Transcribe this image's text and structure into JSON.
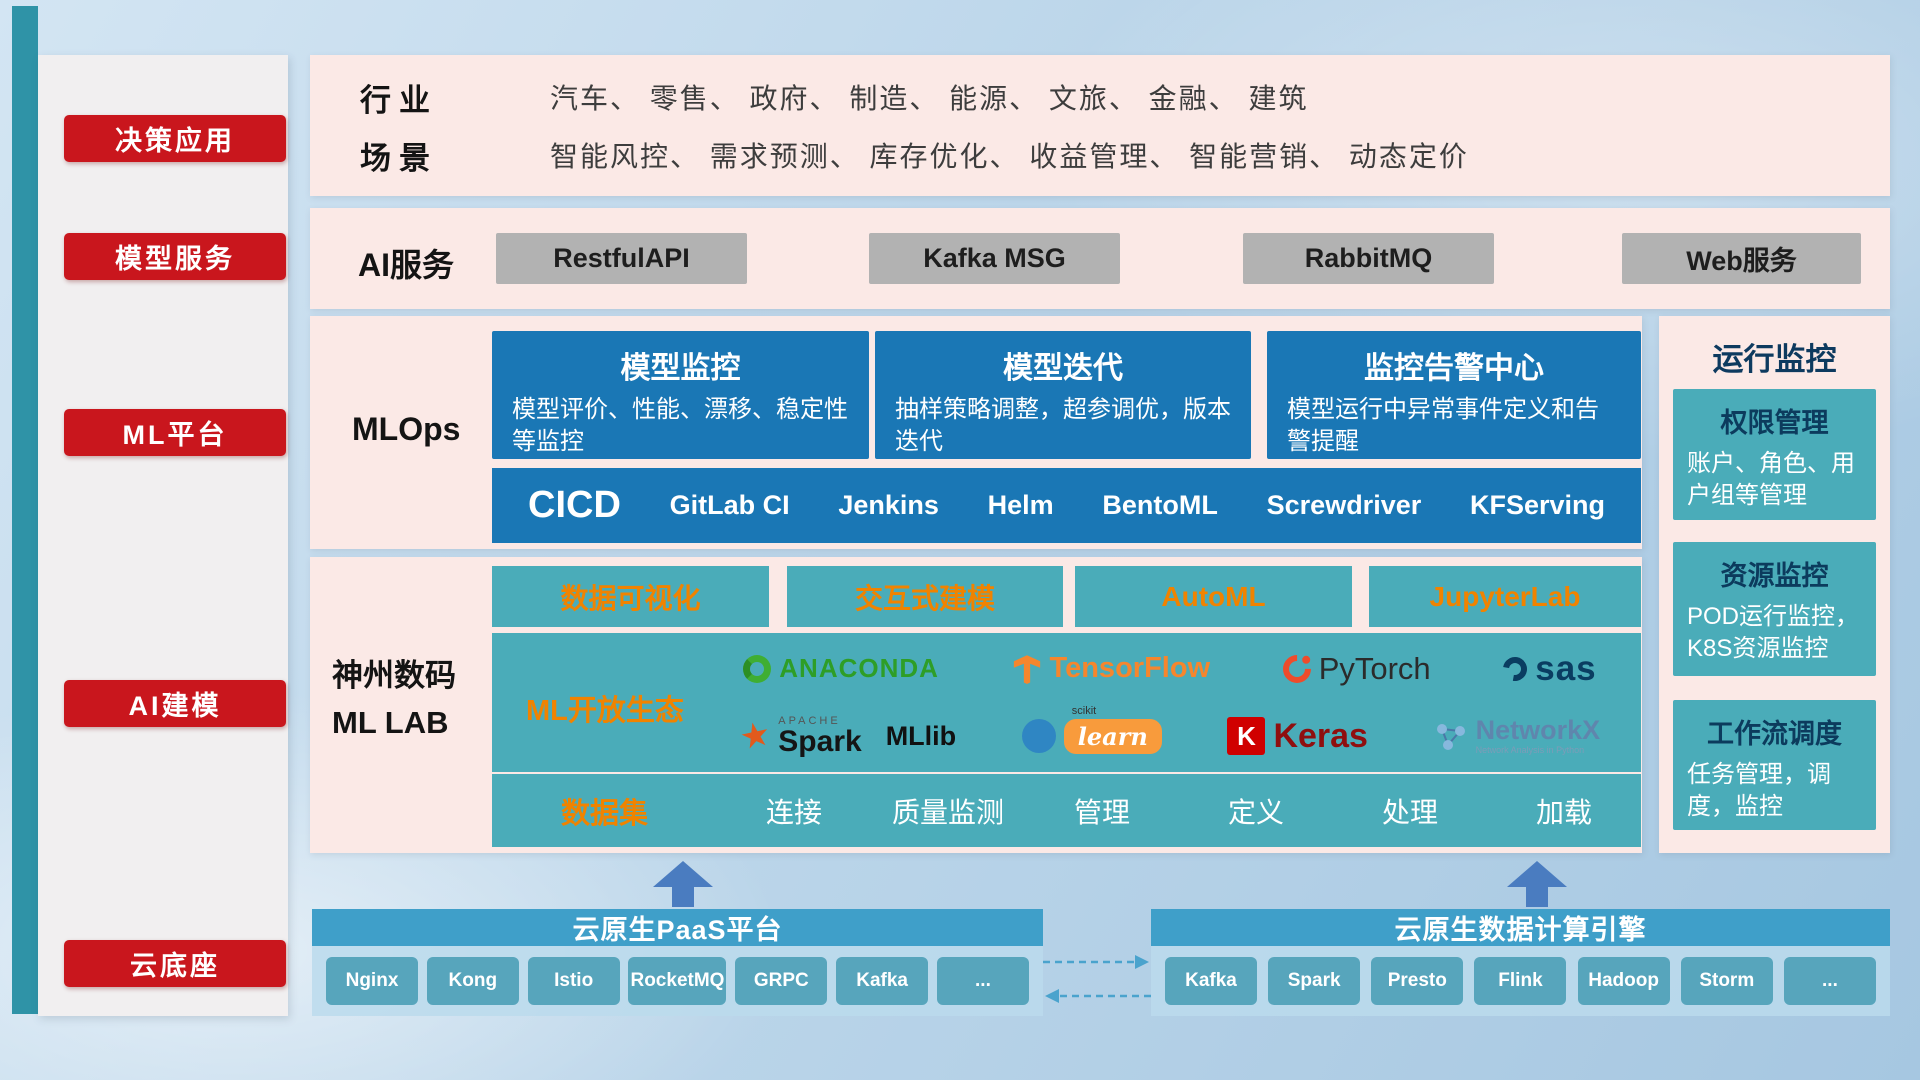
{
  "sidebar": {
    "items": [
      {
        "label": "决策应用"
      },
      {
        "label": "模型服务"
      },
      {
        "label": "ML平台"
      },
      {
        "label": "AI建模"
      },
      {
        "label": "云底座"
      }
    ]
  },
  "decision_row": {
    "industry_label": "行业",
    "industry_text": "汽车、 零售、 政府、 制造、 能源、 文旅、 金融、 建筑",
    "scene_label": "场景",
    "scene_text": "智能风控、 需求预测、 库存优化、 收益管理、 智能营销、 动态定价"
  },
  "service_row": {
    "label": "AI服务",
    "services": [
      "RestfulAPI",
      "Kafka MSG",
      "RabbitMQ",
      "Web服务"
    ]
  },
  "mlops_row": {
    "label": "MLOps",
    "cards": [
      {
        "title": "模型监控",
        "desc": "模型评价、性能、漂移、稳定性等监控"
      },
      {
        "title": "模型迭代",
        "desc": "抽样策略调整，超参调优，版本迭代"
      },
      {
        "title": "监控告警中心",
        "desc": "模型运行中异常事件定义和告警提醒"
      }
    ],
    "cicd_label": "CICD",
    "cicd_tools": [
      "GitLab CI",
      "Jenkins",
      "Helm",
      "BentoML",
      "Screwdriver",
      "KFServing"
    ]
  },
  "mllab_row": {
    "label_line1": "神州数码",
    "label_line2": "ML LAB",
    "tabs": [
      "数据可视化",
      "交互式建模",
      "AutoML",
      "JupyterLab"
    ],
    "ecosystem_label": "ML开放生态",
    "logos": {
      "anaconda": "ANACONDA",
      "tensorflow": "TensorFlow",
      "pytorch": "PyTorch",
      "sas": "sas",
      "spark_top": "APACHE",
      "spark": "Spark",
      "mllib": "MLlib",
      "sklearn_top": "scikit",
      "sklearn": "learn",
      "keras_initial": "K",
      "keras": "Keras",
      "networkx": "NetworkX",
      "networkx_sub": "Network Analysis in Python"
    },
    "dataset_label": "数据集",
    "dataset_items": [
      "连接",
      "质量监测",
      "管理",
      "定义",
      "处理",
      "加载"
    ]
  },
  "monitor_panel": {
    "title": "运行监控",
    "cards": [
      {
        "title": "权限管理",
        "desc": "账户、角色、用户组等管理"
      },
      {
        "title": "资源监控",
        "desc": "POD运行监控，K8S资源监控"
      },
      {
        "title": "工作流调度",
        "desc": "任务管理，调度，监控"
      }
    ]
  },
  "foundation": {
    "paas_title": "云原生PaaS平台",
    "paas_items": [
      "Nginx",
      "Kong",
      "Istio",
      "RocketMQ",
      "GRPC",
      "Kafka",
      "..."
    ],
    "engine_title": "云原生数据计算引擎",
    "engine_items": [
      "Kafka",
      "Spark",
      "Presto",
      "Flink",
      "Hadoop",
      "Storm",
      "..."
    ]
  },
  "icons": {
    "spark_star": "★"
  },
  "colors": {
    "accent_red": "#c9161d",
    "deep_blue": "#1a77b5",
    "teal": "#4aacb9",
    "orange": "#f08300",
    "bar_blue": "#3f9fc9",
    "chip_teal": "#57a5bc",
    "arrow_blue": "#4a7cc0"
  }
}
